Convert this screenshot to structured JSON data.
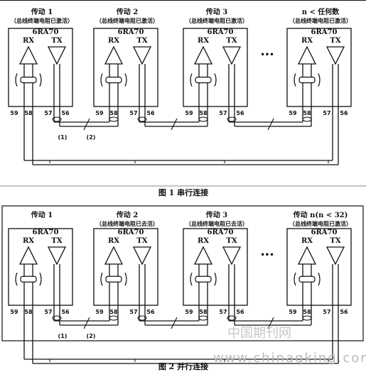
{
  "figure1": {
    "caption": "图 1   串行连接",
    "nodes": [
      {
        "title": "传动 1",
        "note": "（总线终端电阻已激活）",
        "model": "6RA70"
      },
      {
        "title": "传动 2",
        "note": "（总线终端电阻已激活）",
        "model": "6RA70"
      },
      {
        "title": "传动 3",
        "note": "（总线终端电阻已激活）",
        "model": "6RA70"
      },
      {
        "title": "n < 任何数",
        "note": "（总线终端电阻已激活）",
        "model": "6RA70"
      }
    ],
    "markers": [
      "(1)",
      "(2)"
    ]
  },
  "figure2": {
    "caption": "图 2   并行连接",
    "nodes": [
      {
        "title": "传动 1",
        "note": "",
        "model": "6RA70"
      },
      {
        "title": "传动 2",
        "note": "（总线终端电阻已去活）",
        "model": "6RA70"
      },
      {
        "title": "传动 3",
        "note": "（总线终端电阻已去活）",
        "model": "6RA70"
      },
      {
        "title": "传动 n(n < 32)",
        "note": "（总线终端电阻已激活）",
        "model": "6RA70"
      }
    ],
    "markers": [
      "(1)",
      "(2)"
    ]
  },
  "labels": {
    "rx": "RX",
    "tx": "TX",
    "ellipsis": "•••",
    "pins": [
      "59",
      "58",
      "57",
      "56"
    ]
  },
  "watermark": {
    "cn": "中国期刊网",
    "url": "www.chinaqking.com"
  }
}
